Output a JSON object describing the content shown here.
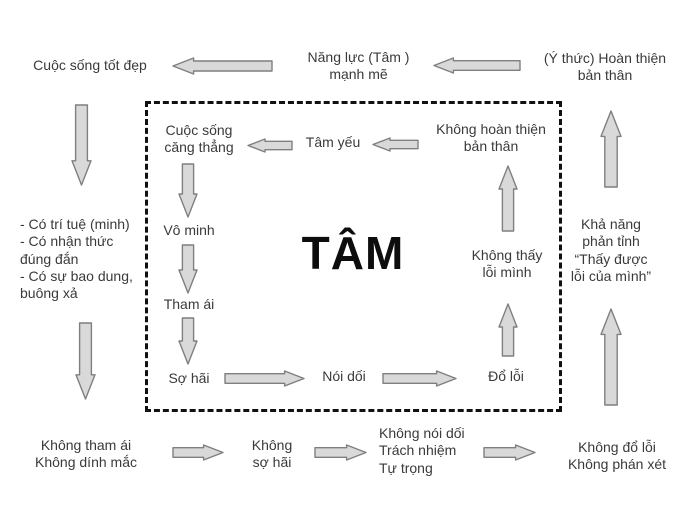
{
  "colors": {
    "arrow_fill": "#d9d9d9",
    "arrow_stroke": "#7f7f7f",
    "text": "#3a3a3a",
    "title": "#0d0d0d",
    "box_border": "#111111"
  },
  "title": {
    "center": "TÂM"
  },
  "outer": {
    "top_left": "Cuộc sống tốt đẹp",
    "top_center": "Năng lực (Tâm )\nmạnh mẽ",
    "top_right": "(Ý thức) Hoàn thiện\nbản thân",
    "left_block": "- Có trí tuệ (minh)\n- Có nhận thức\nđúng đắn\n- Có sự bao dung,\nbuông xả",
    "right_block": "Khả năng\nphản tỉnh\n“Thấy được\nlỗi của mình”",
    "bottom_1": "Không tham ái\nKhông dính mắc",
    "bottom_2": "Không\nsợ hãi",
    "bottom_3": "Không nói dối\nTrách nhiệm\nTự trọng",
    "bottom_4": "Không đổ lỗi\nKhông phán xét"
  },
  "inner": {
    "top_left": "Cuộc sống\ncăng thẳng",
    "top_center": "Tâm yếu",
    "top_right": "Không hoàn thiện\nbản thân",
    "left_1": "Vô minh",
    "left_2": "Tham ái",
    "left_3": "Sợ hãi",
    "bottom_center": "Nói dối",
    "bottom_right": "Đổ lỗi",
    "right_center": "Không thấy\nlỗi mình"
  }
}
